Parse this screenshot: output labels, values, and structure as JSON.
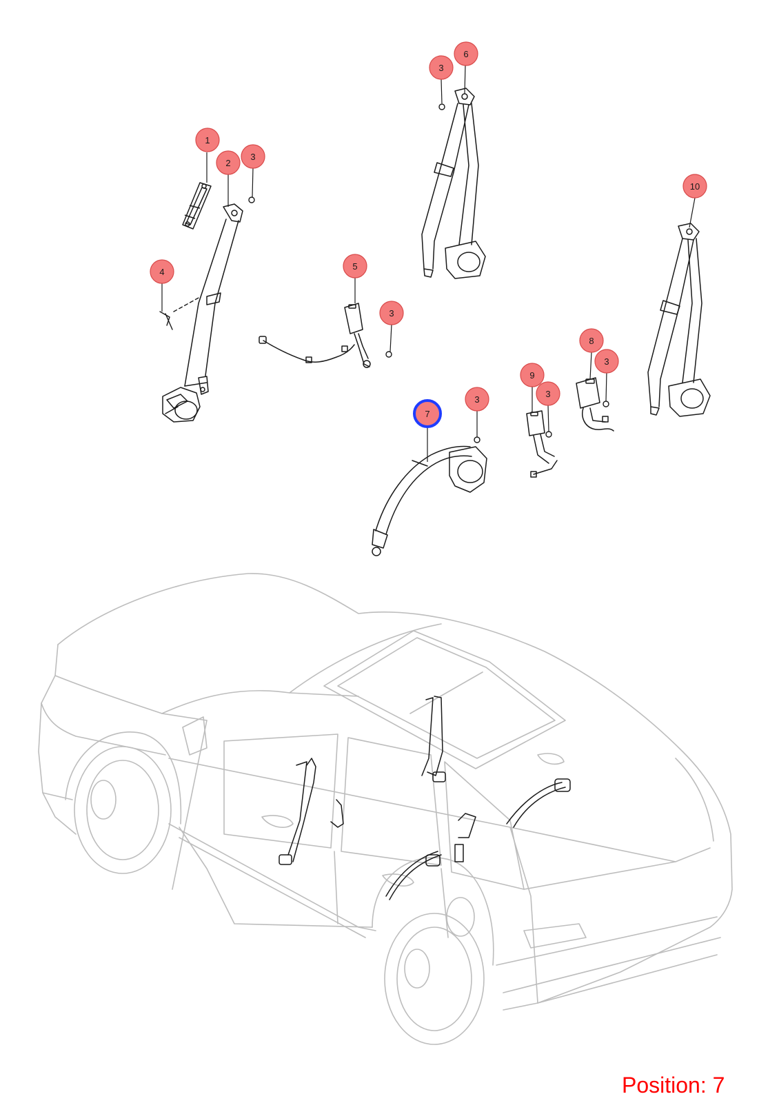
{
  "diagram": {
    "callouts": [
      {
        "label": "1",
        "selected": false
      },
      {
        "label": "2",
        "selected": false
      },
      {
        "label": "3",
        "selected": false
      },
      {
        "label": "4",
        "selected": false
      },
      {
        "label": "3",
        "selected": false
      },
      {
        "label": "6",
        "selected": false
      },
      {
        "label": "5",
        "selected": false
      },
      {
        "label": "3",
        "selected": false
      },
      {
        "label": "10",
        "selected": false
      },
      {
        "label": "8",
        "selected": false
      },
      {
        "label": "3",
        "selected": false
      },
      {
        "label": "9",
        "selected": false
      },
      {
        "label": "3",
        "selected": false
      },
      {
        "label": "7",
        "selected": true
      },
      {
        "label": "3",
        "selected": false
      }
    ],
    "colors": {
      "callout_fill": "#f47c7c",
      "callout_stroke": "#d84a4a",
      "selected_ring": "#1f3cff",
      "part_line": "#1a1a1a",
      "vehicle_line": "#bdbdbd",
      "position_text": "#ff0000"
    }
  },
  "footer": {
    "position_label": "Position: 7"
  }
}
